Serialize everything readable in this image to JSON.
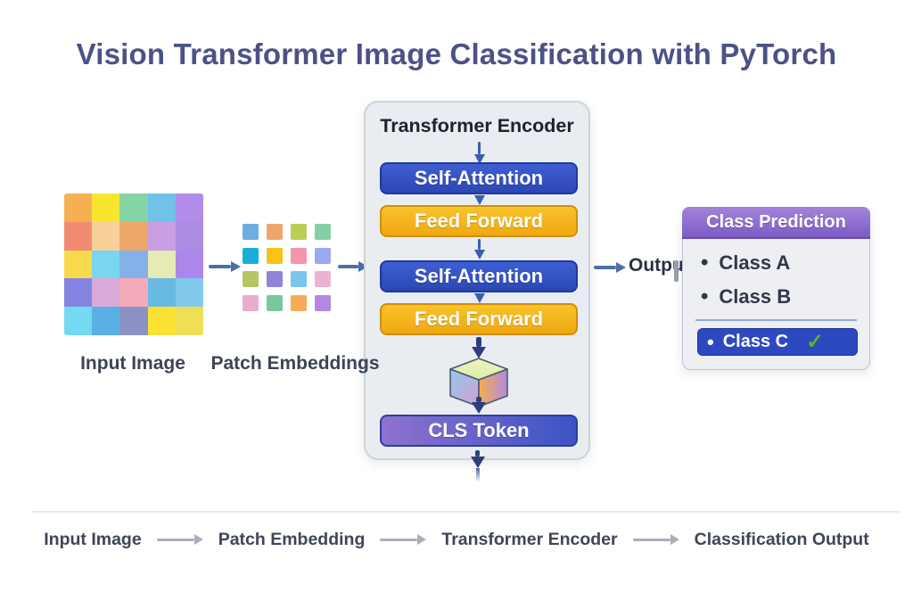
{
  "title": "Vision Transformer Image Classification with PyTorch",
  "input_image": {
    "label": "Input Image",
    "grid": [
      [
        "#f6b054",
        "#f8e52e",
        "#85d4a6",
        "#70c2e8",
        "#b28ce9"
      ],
      [
        "#f18b72",
        "#f9d09a",
        "#eda76a",
        "#c89fe3",
        "#aa8ce3"
      ],
      [
        "#f9da4d",
        "#78d6f1",
        "#86b0e9",
        "#e7eab4",
        "#ac86e9"
      ],
      [
        "#8484e2",
        "#d9aad9",
        "#f5aaba",
        "#68bae2",
        "#82caec"
      ],
      [
        "#74daf2",
        "#5ab0e4",
        "#8c92c4",
        "#f9e234",
        "#f0df54"
      ]
    ]
  },
  "patch_embeddings": {
    "label": "Patch Embeddings",
    "grid": [
      [
        "#6cade2",
        "#eda76c",
        "#b8ce57",
        "#84d0a4"
      ],
      [
        "#1cacda",
        "#f9c21a",
        "#f694aa",
        "#9caaec"
      ],
      [
        "#b7c661",
        "#9382da",
        "#7ac6ea",
        "#ecb2d4"
      ],
      [
        "#eaadce",
        "#74ca9e",
        "#f5ac57",
        "#b488e2"
      ]
    ]
  },
  "encoder": {
    "title": "Transformer Encoder",
    "blocks": [
      {
        "label": "Self-Attention",
        "color": "#3452c4"
      },
      {
        "label": "Feed Forward",
        "color": "#f5b81e"
      },
      {
        "label": "Self-Attention",
        "color": "#3452c4"
      },
      {
        "label": "Feed Forward",
        "color": "#f5b81e"
      }
    ],
    "cls_token": "CLS Token"
  },
  "output_label": "Output",
  "class_prediction": {
    "title": "Class Prediction",
    "bullet": "•",
    "items": [
      "Class A",
      "Class B"
    ],
    "selected": "Class C",
    "checkmark": "✓",
    "selected_color": "#2d49c0",
    "header_color": "#8a66cc",
    "check_color": "#55b42e"
  },
  "bottom_flow": {
    "steps": [
      "Input Image",
      "Patch Embedding",
      "Transformer Encoder",
      "Classification Output"
    ]
  },
  "colors": {
    "title_text": "#4b5286",
    "stage_arrow": "#4e6ea8",
    "flow_arrow": "#a9aeb9",
    "encoder_bg": "#e9edf1",
    "thick_arrow": "#2c3e7c"
  }
}
